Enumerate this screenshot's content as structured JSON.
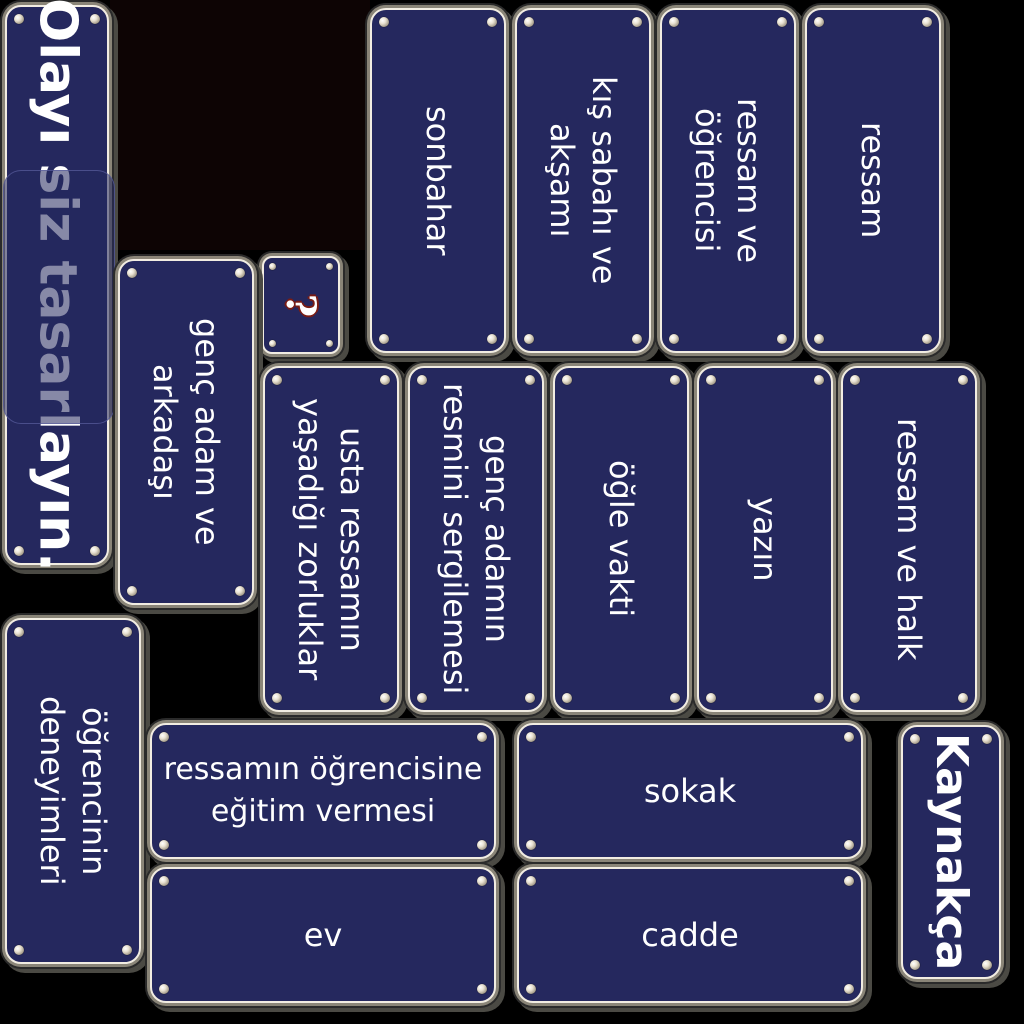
{
  "cards": {
    "title": "Olayı siz tasarlayın.",
    "help": "?",
    "sonbahar": "sonbahar",
    "kis": "kış sabahı ve akşamı",
    "ogrenci": "ressam ve öğrencisi",
    "ressam": "ressam",
    "arkadas": "genç adam ve arkadaşı",
    "zorluklar": "usta ressamın yaşadığı zorluklar",
    "sergi": "genç adamın resmini sergilemesi",
    "ogle": "öğle vakti",
    "yazin": "yazın",
    "halk": "ressam ve halk",
    "deneyim": "öğrencinin deneyimleri",
    "egitim": "ressamın öğrencisine eğitim vermesi",
    "sokak": "sokak",
    "kaynakca": "Kaynakça",
    "ev": "ev",
    "cadde": "cadde"
  },
  "colors": {
    "card_fill": "#25285e",
    "card_border": "#f2ede2",
    "text": "#ffffff",
    "help_mark_outline": "#7a1c14",
    "background": "#000000"
  }
}
